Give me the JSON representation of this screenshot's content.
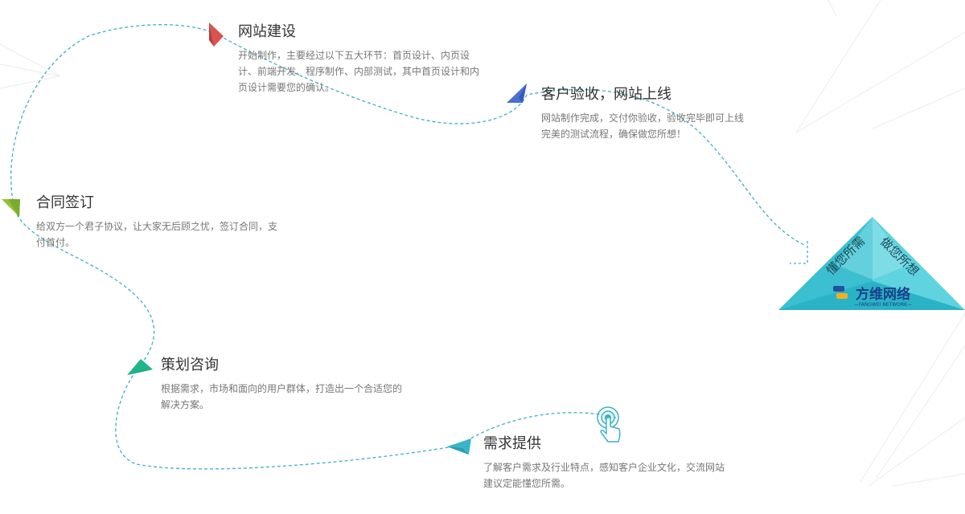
{
  "steps": {
    "build": {
      "title": "网站建设",
      "desc": "开始制作，主要经过以下五大环节：首页设计、内页设计、前端开发、程序制作、内部测试，其中首页设计和内页设计需要您的确认。"
    },
    "accept": {
      "title": "客户验收，网站上线",
      "desc": "网站制作完成，交付你验收，验收完毕即可上线完美的测试流程，确保做您所想！"
    },
    "contract": {
      "title": "合同签订",
      "desc": "给双方一个君子协议，让大家无后顾之忧，签订合同，支付首付。"
    },
    "plan": {
      "title": "策划咨询",
      "desc": "根据需求，市场和面向的用户群体，打造出一个合适您的解决方案。"
    },
    "needs": {
      "title": "需求提供",
      "desc": "了解客户需求及行业特点，感知客户企业文化，交流网站建议定能懂您所需。"
    }
  },
  "pyramid": {
    "left_text": "懂您所需",
    "right_text": "做您所想",
    "brand_name": "方维网络",
    "brand_sub": "—FANGWEI NETWORK—"
  },
  "colors": {
    "path": "#3bb2c4",
    "build_arrow": "#d9534f",
    "accept_arrow": "#4a6fd0",
    "contract_arrow": "#8fc23a",
    "plan_arrow": "#1fb58a",
    "needs_arrow": "#3ab5c8",
    "pyramid": "#3ec2d2"
  },
  "icons": {
    "start": "pointer-hand-icon",
    "brand": "fangwei-logo-icon"
  }
}
